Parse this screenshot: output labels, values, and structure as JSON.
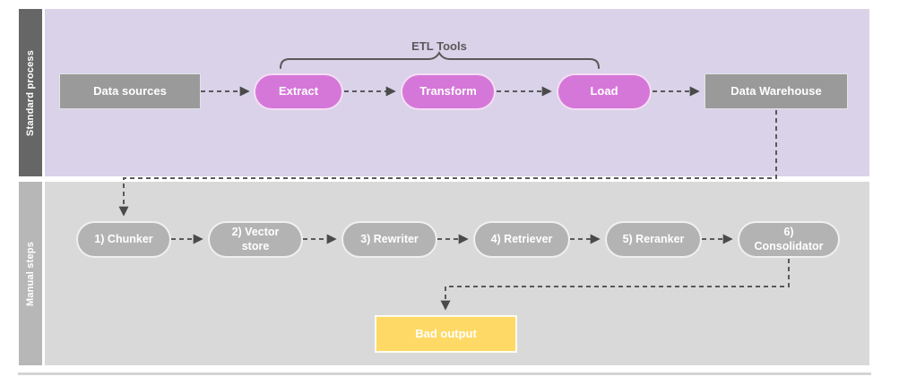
{
  "diagram": {
    "lanes": {
      "standard": {
        "label": "Standard process"
      },
      "manual": {
        "label": "Manual steps"
      }
    },
    "standard": {
      "bracket_label": "ETL Tools",
      "data_sources": "Data sources",
      "extract": "Extract",
      "transform": "Transform",
      "load": "Load",
      "warehouse": "Data Warehouse"
    },
    "manual": {
      "steps": [
        "1) Chunker",
        "2) Vector store",
        "3) Rewriter",
        "4) Retriever",
        "5) Reranker",
        "6) Consolidator"
      ],
      "bad_output": "Bad output"
    }
  },
  "colors": {
    "lane_top_bg": "#d9d2e9",
    "lane_bottom_bg": "#d9d9d9",
    "sidebar_top_bg": "#666666",
    "sidebar_bottom_bg": "#b7b7b7",
    "etl_pill": "#d577d8",
    "gray_box": "#9a9a9a",
    "manual_pill": "#b3b3b3",
    "bad_output_bg": "#ffd966",
    "connector": "#595959",
    "bracket_text": "#595959"
  }
}
